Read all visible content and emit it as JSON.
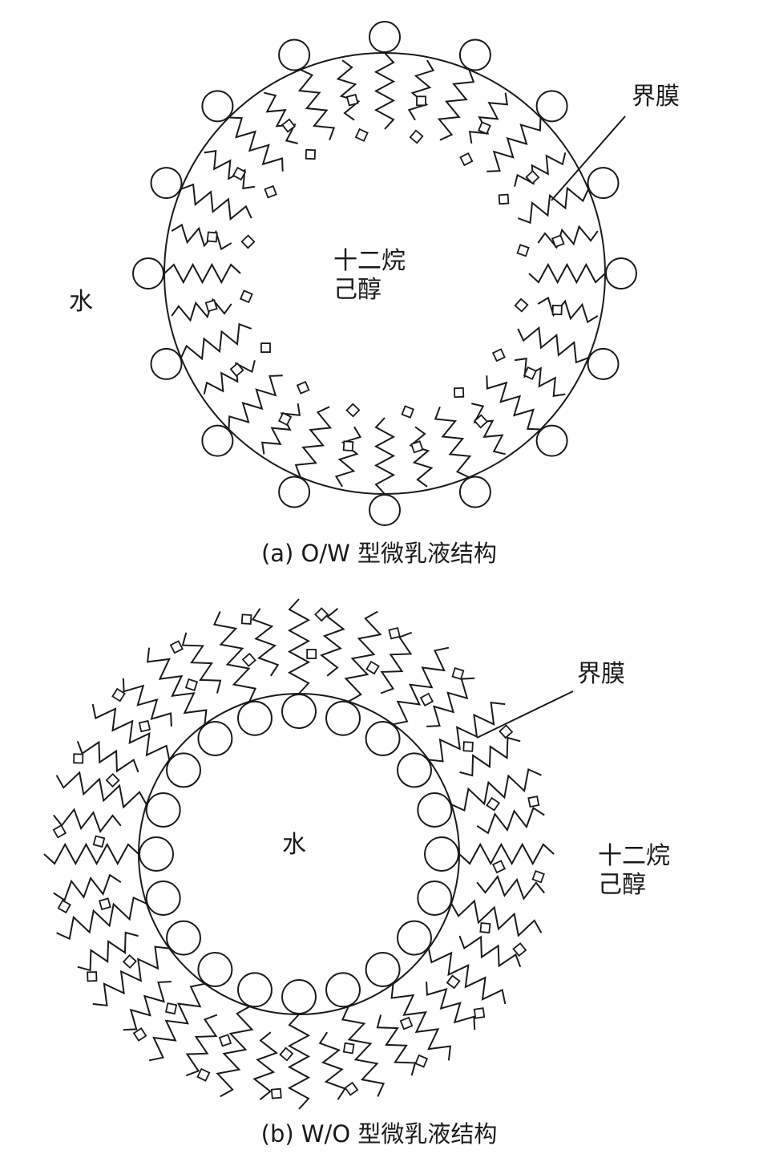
{
  "panel_a": {
    "interface_film_label": "界膜",
    "outer_medium_label": "水",
    "inner_phase_line1": "十二烷",
    "inner_phase_line2": "己醇",
    "caption": "(a) O/W 型微乳液结构"
  },
  "panel_b": {
    "interface_film_label": "界膜",
    "inner_phase_label": "水",
    "outer_medium_line1": "十二烷",
    "outer_medium_line2": "己醇",
    "caption": "(b) W/O 型微乳液结构"
  },
  "style": {
    "stroke": "#1a1a1a",
    "background": "#ffffff"
  }
}
